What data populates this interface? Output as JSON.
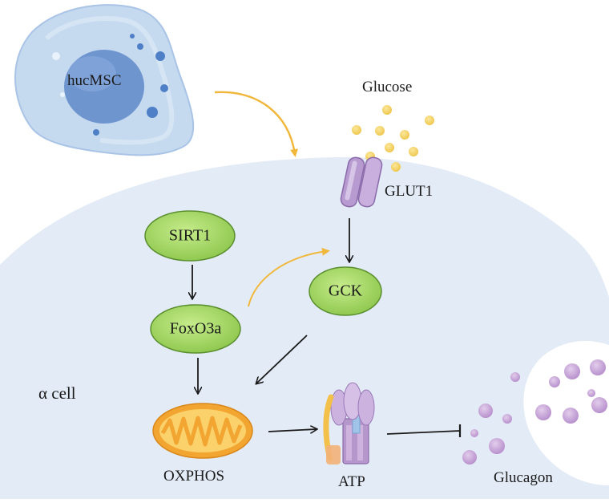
{
  "labels": {
    "hucmsc": "hucMSC",
    "glucose": "Glucose",
    "glut1": "GLUT1",
    "sirt1": "SIRT1",
    "gck": "GCK",
    "foxo3a": "FoxO3a",
    "alpha_cell": "α cell",
    "oxphos": "OXPHOS",
    "atp": "ATP",
    "glucagon": "Glucagon"
  },
  "colors": {
    "cell_fill": "#e3ebf6",
    "msc_outer": "#bcd3ec",
    "msc_nucleus": "#6d94cf",
    "msc_dots": "#4f7fc6",
    "glucose": "#f1d35c",
    "transporter": "#b79ad0",
    "node_fill": "#9dd35f",
    "node_stroke": "#5a8f2f",
    "mito_outer": "#f2a531",
    "mito_inner": "#fbd16b",
    "atp_synthase": "#c6acd9",
    "vesicle": "#c9a8d8",
    "yellow_arrow": "#f0b73a",
    "arrow": "#1a1a1a"
  }
}
